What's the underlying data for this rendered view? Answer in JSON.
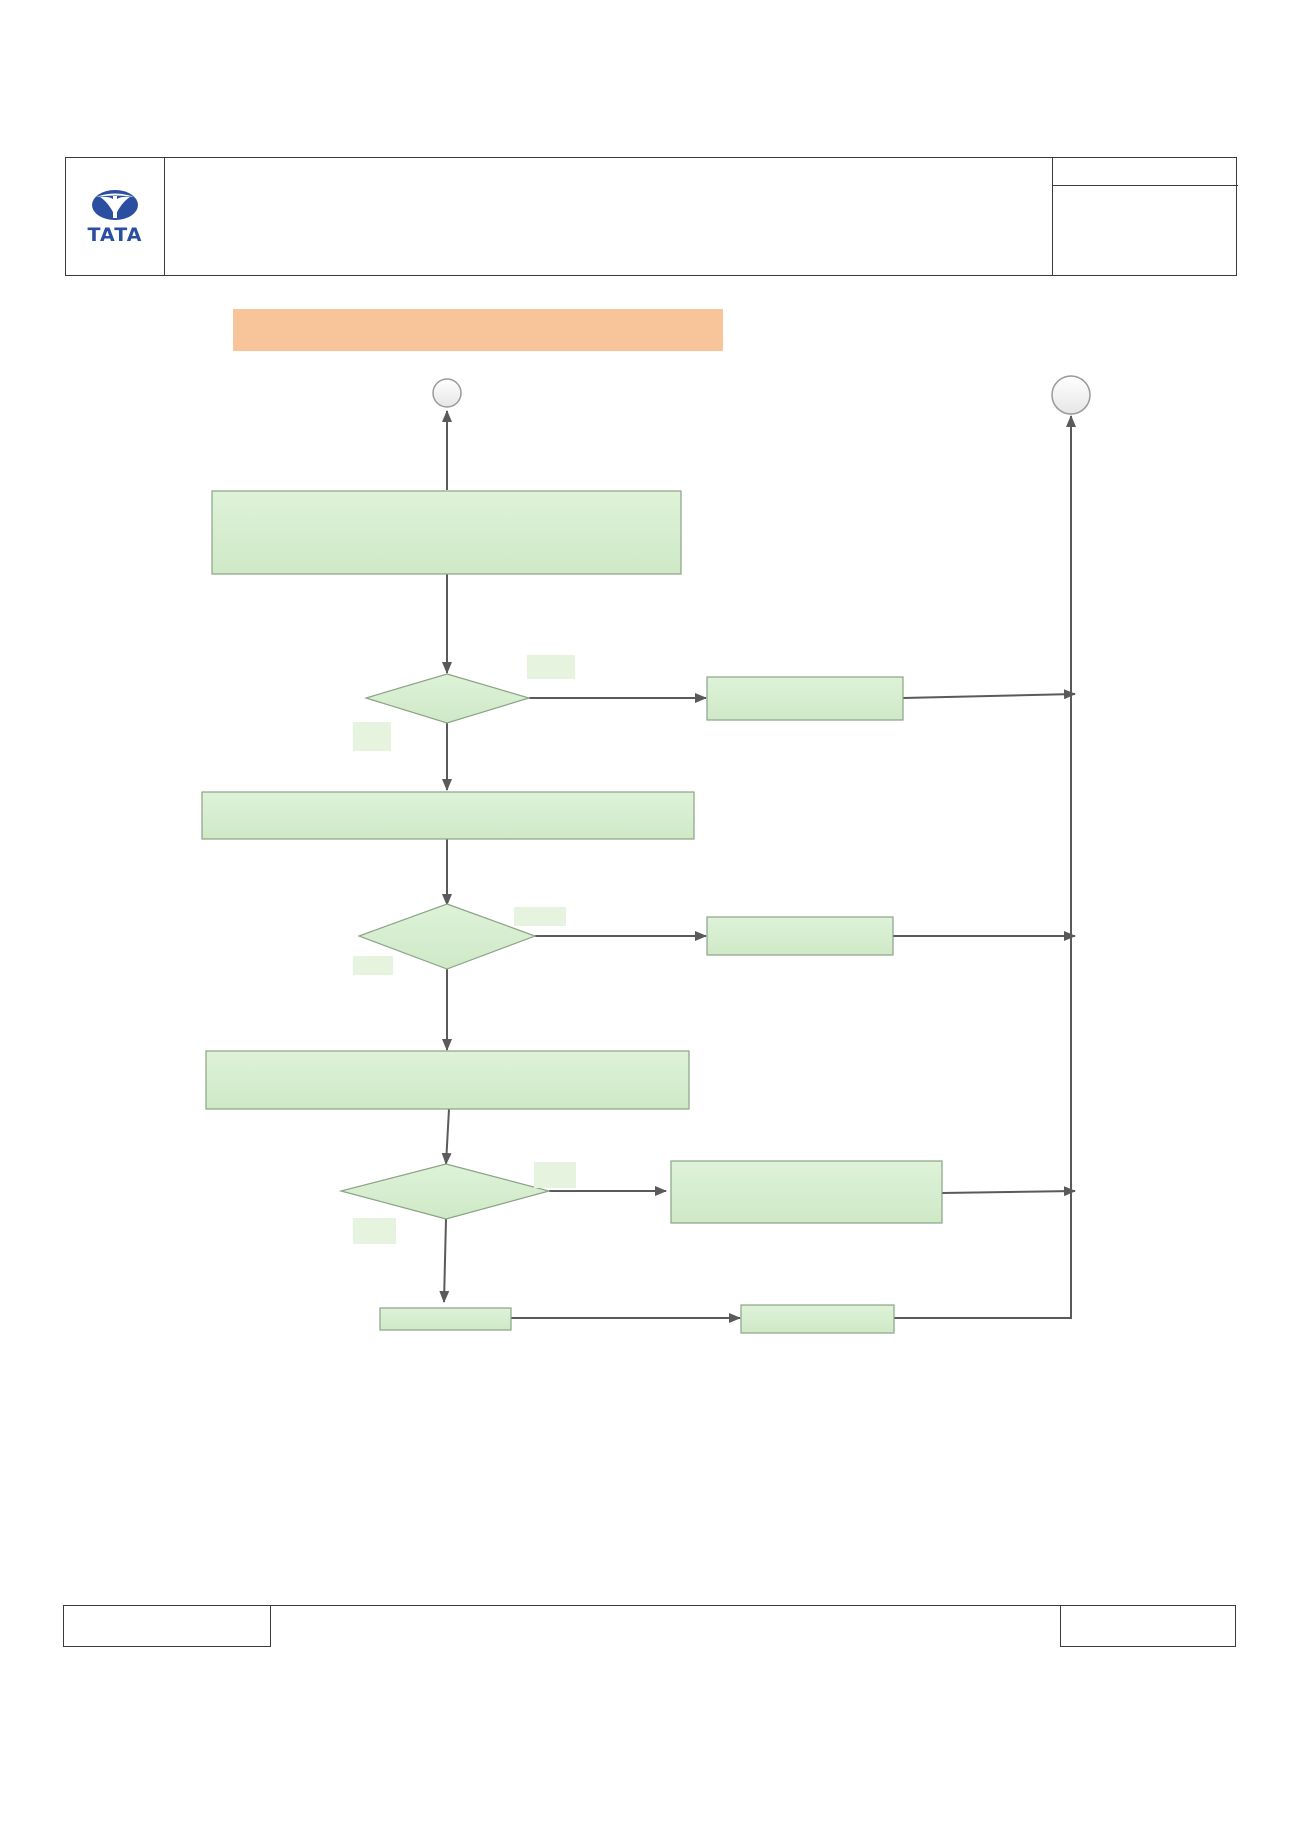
{
  "header": {
    "logo_text": "TATA"
  },
  "colors": {
    "node_fill": "#d5ecce",
    "node_stroke": "#8aa386",
    "label_fill": "#e6f3df",
    "connector": "#5a5a5a",
    "banner": "#f8c49a",
    "logo": "#2a4fa0"
  },
  "diagram": {
    "nodes": [
      {
        "id": "start-connector",
        "kind": "circle"
      },
      {
        "id": "end-connector",
        "kind": "circle"
      },
      {
        "id": "process-1",
        "kind": "process"
      },
      {
        "id": "decision-1",
        "kind": "decision"
      },
      {
        "id": "action-1",
        "kind": "process"
      },
      {
        "id": "process-2",
        "kind": "process"
      },
      {
        "id": "decision-2",
        "kind": "decision"
      },
      {
        "id": "action-2",
        "kind": "process"
      },
      {
        "id": "process-3",
        "kind": "process"
      },
      {
        "id": "decision-3",
        "kind": "decision"
      },
      {
        "id": "action-3",
        "kind": "process"
      },
      {
        "id": "process-4",
        "kind": "process"
      },
      {
        "id": "action-4",
        "kind": "process"
      }
    ],
    "edges": [
      {
        "from": "process-1",
        "to": "start-connector"
      },
      {
        "from": "process-1",
        "to": "decision-1"
      },
      {
        "from": "decision-1",
        "to": "action-1"
      },
      {
        "from": "decision-1",
        "to": "process-2"
      },
      {
        "from": "action-1",
        "to": "end-connector"
      },
      {
        "from": "process-2",
        "to": "decision-2"
      },
      {
        "from": "decision-2",
        "to": "action-2"
      },
      {
        "from": "decision-2",
        "to": "process-3"
      },
      {
        "from": "action-2",
        "to": "end-connector"
      },
      {
        "from": "process-3",
        "to": "decision-3"
      },
      {
        "from": "decision-3",
        "to": "action-3"
      },
      {
        "from": "decision-3",
        "to": "process-4"
      },
      {
        "from": "action-3",
        "to": "end-connector"
      },
      {
        "from": "process-4",
        "to": "action-4"
      },
      {
        "from": "action-4",
        "to": "end-connector"
      }
    ]
  }
}
